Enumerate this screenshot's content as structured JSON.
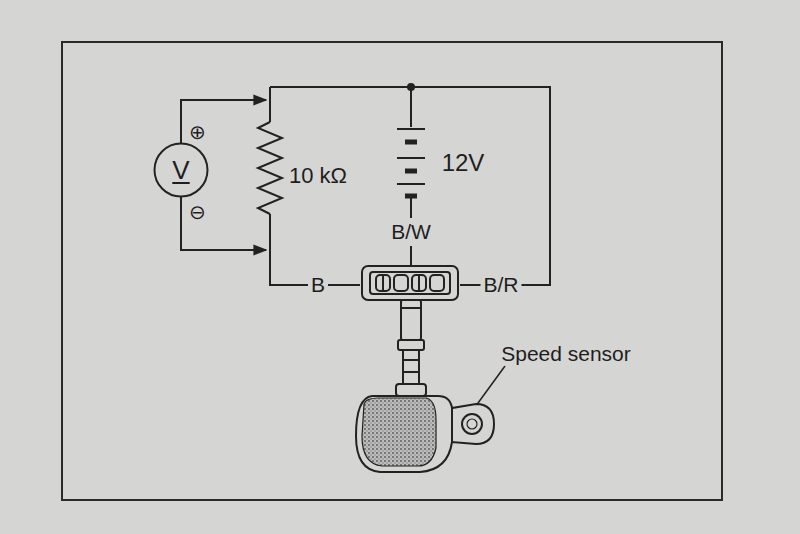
{
  "diagram": {
    "nodes": [
      {
        "text": [
          "V"
        ]
      }
    ],
    "labels": [
      "⊕",
      "⊖",
      "10 kΩ",
      "12V",
      "B/W",
      "B",
      "B/R",
      "Speed sensor"
    ]
  }
}
